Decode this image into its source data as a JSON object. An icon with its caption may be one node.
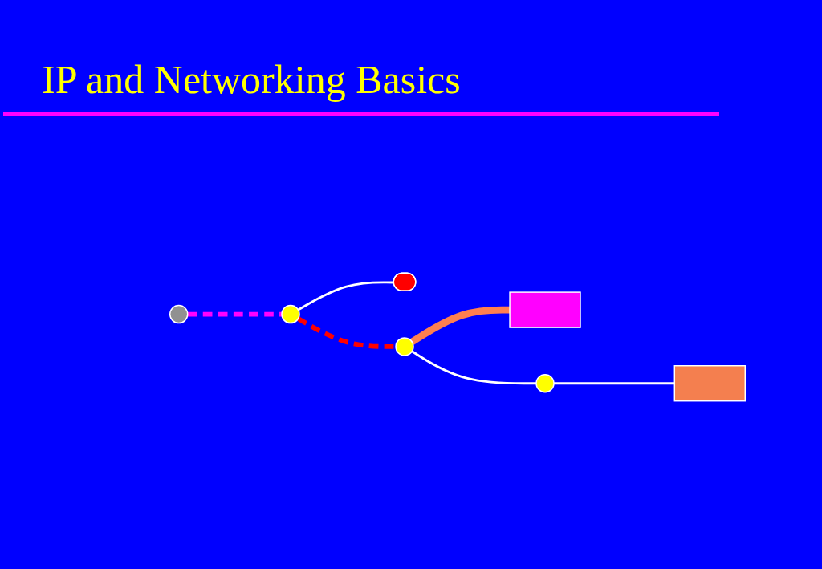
{
  "diagram": {
    "title": "IP and Networking Basics",
    "nodes": [
      {
        "text": [],
        "shape": "circle"
      },
      {
        "text": [],
        "shape": "ellipse"
      },
      {
        "text": [],
        "shape": "circle"
      },
      {
        "text": [],
        "shape": "circle"
      },
      {
        "text": [],
        "shape": "box"
      },
      {
        "text": [],
        "shape": "circle"
      },
      {
        "text": [],
        "shape": "box"
      }
    ],
    "edges": [
      {
        "from": 0,
        "to": 2,
        "arrow": "none",
        "style": "dashed",
        "color": "#ff00ff"
      },
      {
        "from": 2,
        "to": 1,
        "arrow": "none"
      },
      {
        "from": 2,
        "to": 3,
        "arrow": "none",
        "style": "dashed",
        "color": "#ff0000"
      },
      {
        "from": 3,
        "to": 4,
        "arrow": "none",
        "style": "thick",
        "color": "#ff7f50"
      },
      {
        "from": 3,
        "to": 5,
        "arrow": "none"
      },
      {
        "from": 5,
        "to": 6,
        "arrow": "none"
      }
    ]
  }
}
